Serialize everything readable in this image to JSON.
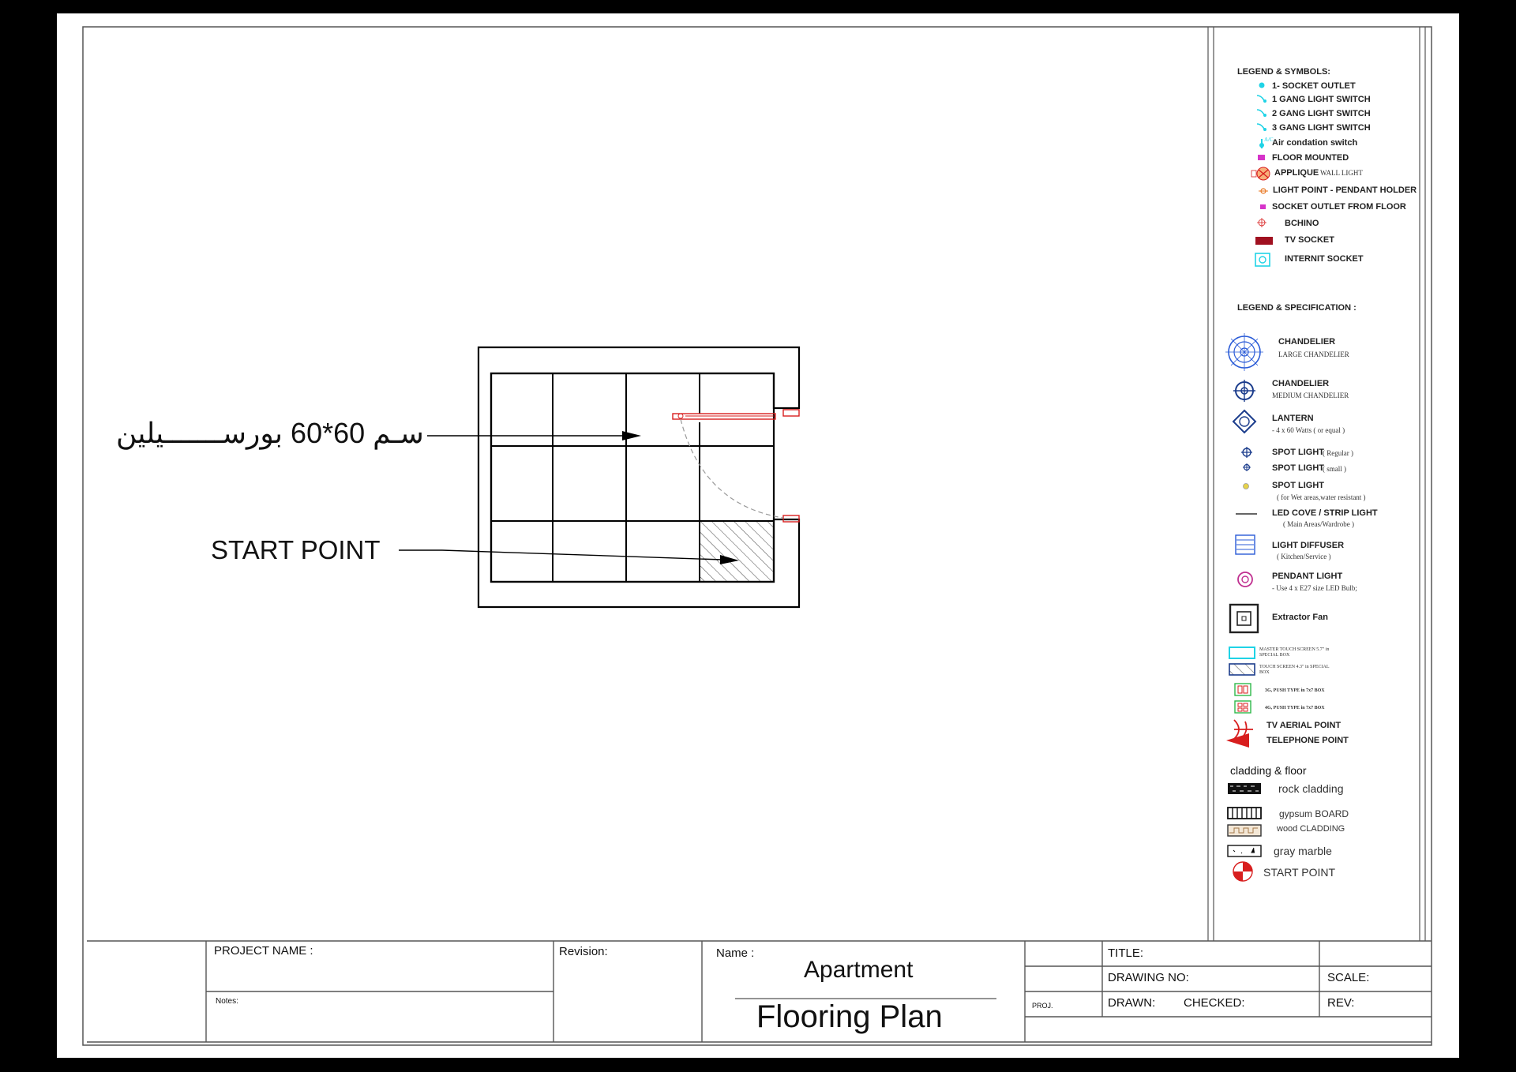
{
  "annotations": {
    "arabic_label": "سـم 60*60 بورســـــــيلين",
    "start_point": "START POINT"
  },
  "legend_symbols": {
    "heading": "LEGEND & SYMBOLS:",
    "items": [
      "1- SOCKET OUTLET",
      "1 GANG LIGHT SWITCH",
      "2 GANG LIGHT SWITCH",
      "3 GANG LIGHT SWITCH",
      "Air condation switch",
      "FLOOR MOUNTED",
      "APPLIQUE",
      "LIGHT POINT - PENDANT HOLDER",
      "SOCKET OUTLET FROM FLOOR",
      "BCHINO",
      "TV SOCKET",
      "INTERNIT SOCKET"
    ],
    "applique_sub": "WALL LIGHT",
    "ac_mark": "A/C"
  },
  "legend_spec": {
    "heading": "LEGEND  & SPECIFICATION :",
    "chandelier_large": "CHANDELIER",
    "chandelier_large_sub": "LARGE CHANDELIER",
    "chandelier_medium": "CHANDELIER",
    "chandelier_medium_sub": "MEDIUM CHANDELIER",
    "lantern": "LANTERN",
    "lantern_sub": "- 4 x 60 Watts ( or equal )",
    "spot_regular": "SPOT LIGHT",
    "spot_regular_sub": "( Regular )",
    "spot_small": "SPOT LIGHT",
    "spot_small_sub": "( small )",
    "spot_wet": "SPOT LIGHT",
    "spot_wet_sub": "( for Wet areas,water resistant )",
    "led_cove": "LED COVE / STRIP LIGHT",
    "led_cove_sub": "( Main Areas/Wardrobe )",
    "light_diffuser": "LIGHT DIFFUSER",
    "light_diffuser_sub": "( Kitchen/Service )",
    "pendant": "PENDANT LIGHT",
    "pendant_sub": "- Use 4 x  E27 size LED Bulb;",
    "extractor": "Extractor Fan",
    "master_touch_1": "MASTER TOUCH SCREEN 5.7\" in",
    "master_touch_2": "SPECIAL BOX",
    "touch_1": "TOUCH SCREEN 4.3\" in SPECIAL",
    "touch_2": "BOX",
    "push_3g": "3G, PUSH TYPE in 7x7 BOX",
    "push_4g": "4G, PUSH TYPE in 7x7 BOX",
    "tv_aerial": "TV AERIAL POINT",
    "telephone": "TELEPHONE POINT"
  },
  "cladding": {
    "heading": "cladding & floor",
    "rock": "rock cladding",
    "gypsum": "gypsum BOARD",
    "wood": "wood CLADDING",
    "marble": "gray marble",
    "start": "START POINT"
  },
  "title_block": {
    "project_name": "PROJECT NAME :",
    "notes": "Notes:",
    "revision": "Revision:",
    "name": "Name :",
    "apartment": "Apartment",
    "flooring_plan": "Flooring Plan",
    "proj": "PROJ.",
    "title": "TITLE:",
    "drawing_no": "DRAWING NO:",
    "scale": "SCALE:",
    "drawn": "DRAWN:",
    "checked": "CHECKED:",
    "rev": "REV:"
  },
  "colors": {
    "frame": "#000000",
    "cyan_symbol": "#1fd3e6",
    "magenta_symbol": "#d633c9",
    "red_symbol": "#d81e1e",
    "blue_symbol": "#2a5bd7",
    "navy_symbol": "#1b3c8c"
  }
}
